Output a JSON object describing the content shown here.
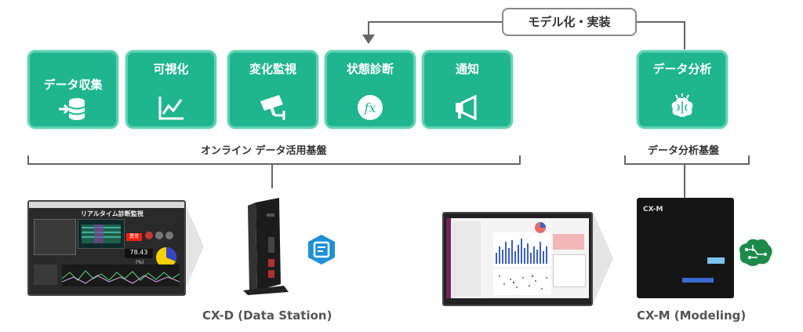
{
  "tiles": [
    {
      "label": "データ収集",
      "icon": "database-import-icon"
    },
    {
      "label": "可視化",
      "icon": "line-chart-icon"
    },
    {
      "label": "変化監視",
      "icon": "security-camera-icon"
    },
    {
      "label": "状態診断",
      "icon": "function-icon"
    },
    {
      "label": "通知",
      "icon": "megaphone-icon"
    },
    {
      "label": "データ分析",
      "icon": "brain-icon"
    }
  ],
  "labels": {
    "modeling": "モデル化・実装",
    "online_platform": "オンライン データ活用基盤",
    "analysis_platform": "データ分析基盤",
    "cxd": "CX-D (Data Station)",
    "cxm": "CX-M (Modeling)"
  },
  "screen1": {
    "title": "リアルタイム診断監視",
    "value": "78.43",
    "unit": "(%)",
    "alarm": "異常"
  },
  "device": {
    "cxm_badge": "CX-M"
  },
  "colors": {
    "tile": "#1fb58f",
    "tile_border": "#5fd3b2",
    "line": "#666666",
    "logo_blue": "#1e90d6",
    "logo_green": "#1c8a4a"
  }
}
